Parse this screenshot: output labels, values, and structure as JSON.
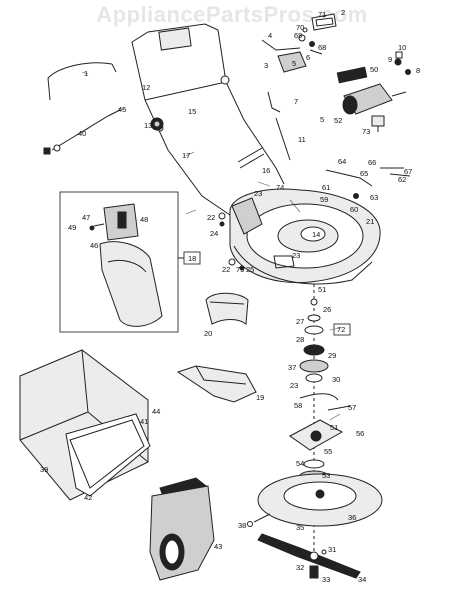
{
  "watermark": "AppliancePartsPros.com",
  "callouts": {
    "c1": "1",
    "c2": "2",
    "c3": "3",
    "c4": "4",
    "c5": "5",
    "c5b": "5",
    "c6": "6",
    "c7": "7",
    "c8": "8",
    "c9": "9",
    "c10": "10",
    "c11": "11",
    "c12": "12",
    "c13": "13",
    "c14": "14",
    "c15": "15",
    "c16": "16",
    "c17": "17",
    "c18": "18",
    "c19": "19",
    "c20": "20",
    "c21": "21",
    "c22": "22",
    "c22b": "22",
    "c23": "23",
    "c23b": "23",
    "c23c": "23",
    "c24": "24",
    "c25": "25",
    "c26": "26",
    "c27": "27",
    "c28": "28",
    "c29": "29",
    "c30": "30",
    "c31": "31",
    "c32": "32",
    "c33": "33",
    "c34": "34",
    "c35": "35",
    "c36": "36",
    "c37": "37",
    "c38": "38",
    "c39": "39",
    "c40": "40",
    "c41": "41",
    "c42": "42",
    "c43": "43",
    "c44": "44",
    "c45": "45",
    "c46": "46",
    "c47": "47",
    "c48": "48",
    "c49": "49",
    "c50": "50",
    "c51": "51",
    "c51b": "51",
    "c52": "52",
    "c53": "53",
    "c54": "54",
    "c55": "55",
    "c56": "56",
    "c57": "57",
    "c58": "58",
    "c59": "59",
    "c60": "60",
    "c61": "61",
    "c62": "62",
    "c63": "63",
    "c64": "64",
    "c65": "65",
    "c66": "66",
    "c67": "67",
    "c68": "68",
    "c69": "69",
    "c70": "70",
    "c71": "71",
    "c72": "72",
    "c73": "73",
    "c74": "74",
    "c75": "75"
  }
}
